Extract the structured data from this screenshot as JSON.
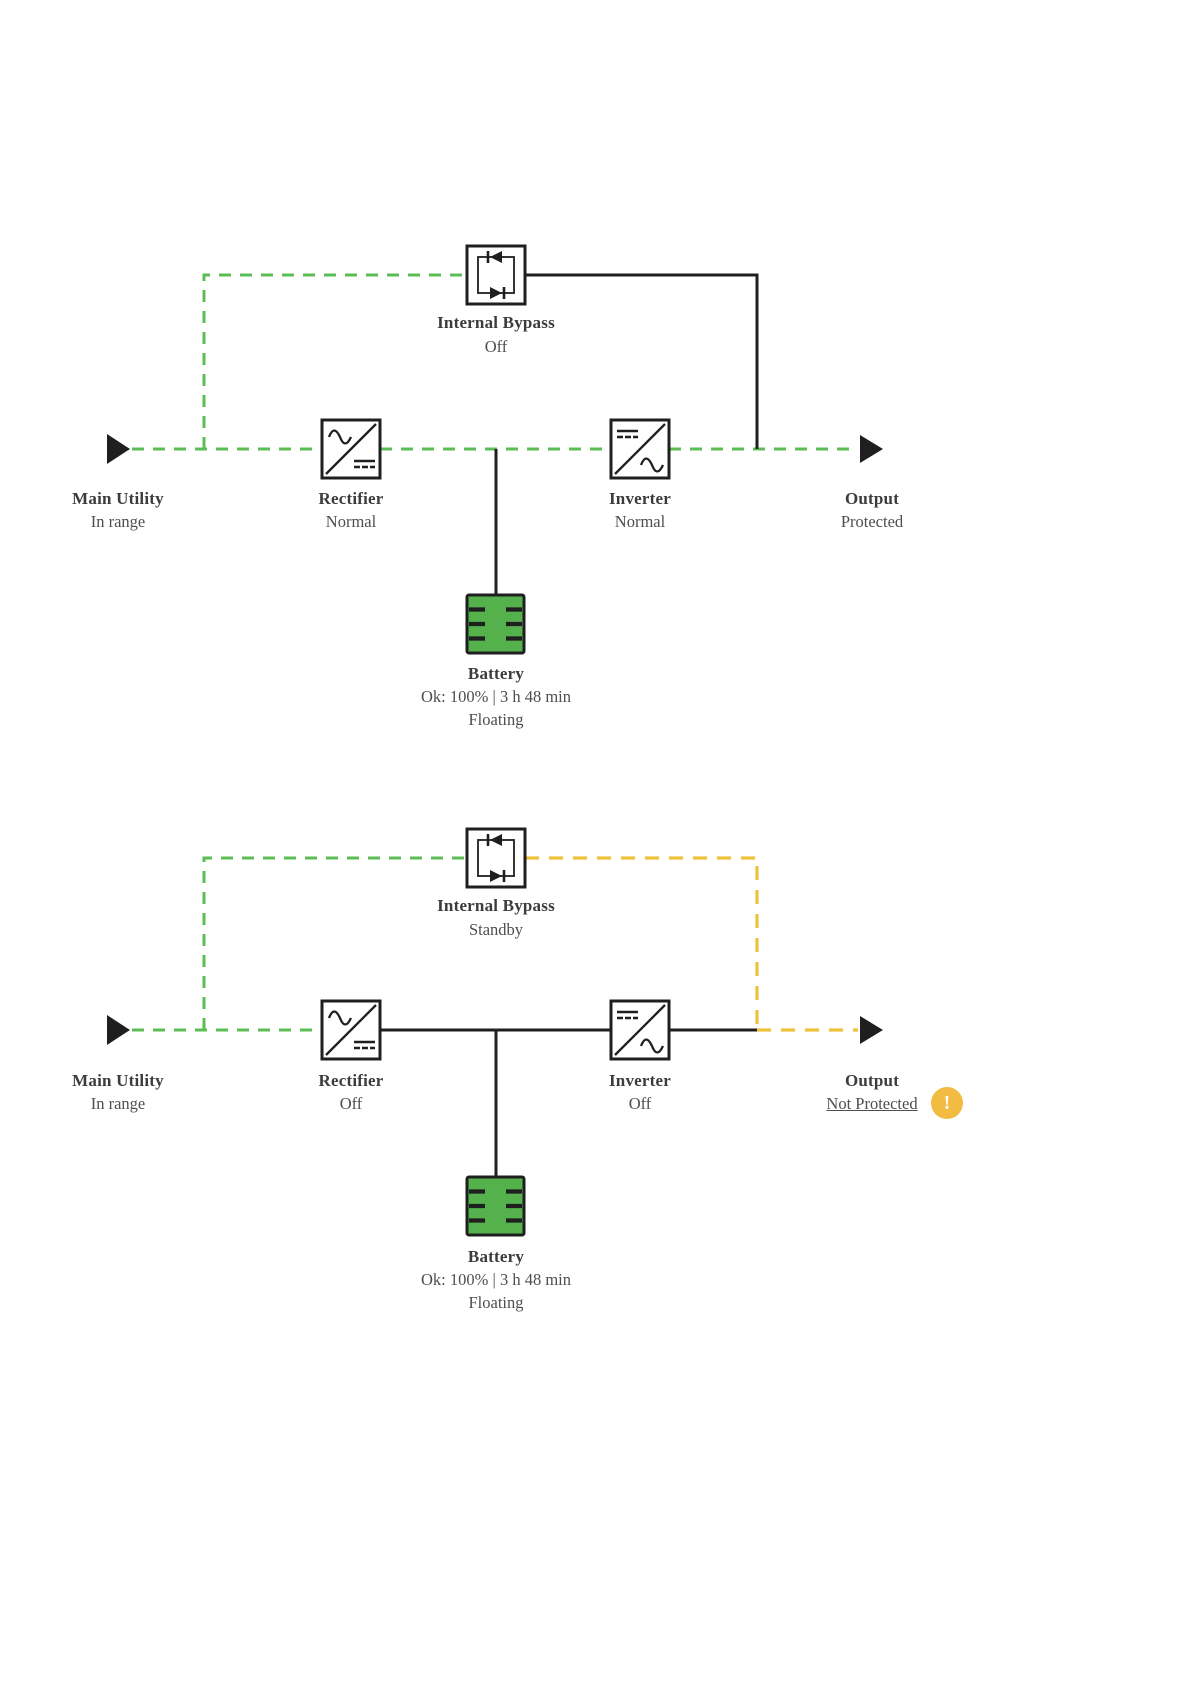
{
  "colors": {
    "green": "#5cbd55",
    "yellow": "#f0c23c",
    "amber": "#f2bb42",
    "ink": "#1f1f1f",
    "batfill": "#54b14c",
    "title": "#3c3c3c",
    "status": "#4e4e4e",
    "background": "#ffffff"
  },
  "diagrams": [
    {
      "name": "normal-operation",
      "main_utility": {
        "title": "Main Utility",
        "status": "In range"
      },
      "internal_bypass": {
        "title": "Internal Bypass",
        "status": "Off"
      },
      "rectifier": {
        "title": "Rectifier",
        "status": "Normal"
      },
      "inverter": {
        "title": "Inverter",
        "status": "Normal"
      },
      "battery": {
        "title": "Battery",
        "status": "Ok: 100% | 3 h 48 min",
        "mode": "Floating"
      },
      "output": {
        "title": "Output",
        "status": "Protected"
      }
    },
    {
      "name": "bypass-standby",
      "main_utility": {
        "title": "Main Utility",
        "status": "In range"
      },
      "internal_bypass": {
        "title": "Internal Bypass",
        "status": "Standby"
      },
      "rectifier": {
        "title": "Rectifier",
        "status": "Off"
      },
      "inverter": {
        "title": "Inverter",
        "status": "Off"
      },
      "battery": {
        "title": "Battery",
        "status": "Ok: 100% | 3 h 48 min",
        "mode": "Floating"
      },
      "output": {
        "title": "Output",
        "status": "Not Protected",
        "warning_glyph": "!"
      }
    }
  ]
}
